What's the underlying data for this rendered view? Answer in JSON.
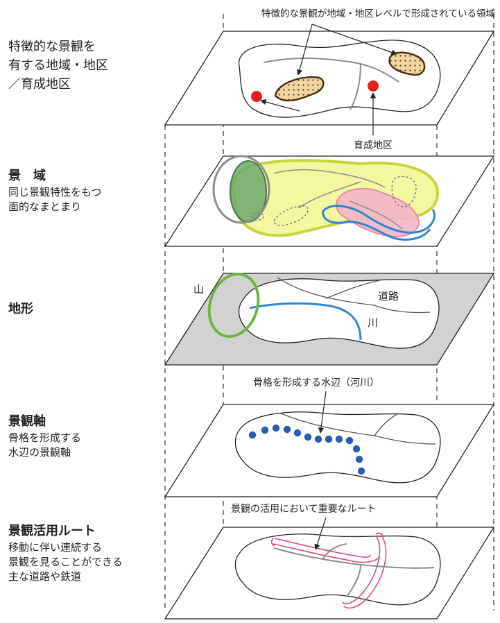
{
  "left_labels": {
    "characteristic": {
      "title": "特徴的な景観を\n有する地域・地区\n／育成地区"
    },
    "zone": {
      "title": "景　域",
      "desc": "同じ景観特性をもつ\n面的なまとまり"
    },
    "terrain": {
      "title": "地形"
    },
    "axis": {
      "title": "景観軸",
      "desc": "骨格を形成する\n水辺の景観軸"
    },
    "route": {
      "title": "景観活用ルート",
      "desc": "移動に伴い連続する\n景観を見ることができる\n主な道路や鉄道"
    }
  },
  "callouts": {
    "top": "特徴的な景観が地域・地区レベルで形成されている領域",
    "nurture": "育成地区",
    "mountain": "山",
    "road": "道路",
    "river": "川",
    "waterfront": "骨格を形成する水辺（河川）",
    "important_route": "景観の活用において重要なルート"
  },
  "colors": {
    "outline": "#222222",
    "road_gray": "#8c8c8c",
    "red_dot": "#e41e20",
    "hatch_fill": "#f0d6a0",
    "hatch_stroke": "#4a2e12",
    "zone_yellow": "#f2f58f",
    "zone_yellow_stroke": "#c7d43b",
    "zone_green": "#6ea86f",
    "zone_green_stroke": "#3b7a3e",
    "zone_pink": "#f3b6c8",
    "river_blue": "#2f86d0",
    "mountain_green": "#6fb443",
    "terrain_plane": "#d2d2d2",
    "axis_dot": "#2a5cb6",
    "route_pink": "#d94a7c"
  }
}
